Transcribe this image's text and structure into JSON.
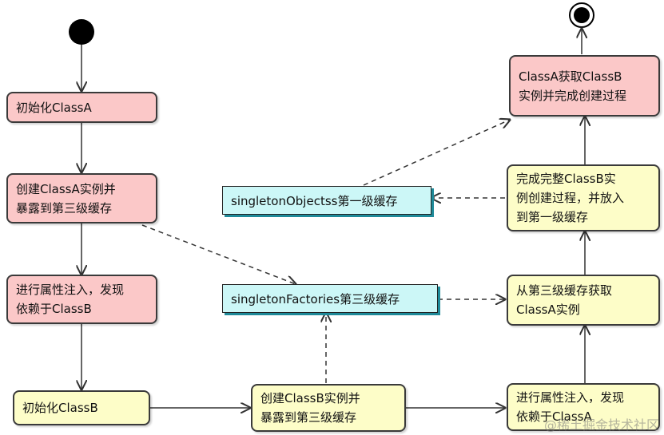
{
  "nodes": {
    "init_a": "初始化ClassA",
    "create_a": "创建ClassA实例并\n暴露到第三级缓存",
    "inject_a": "进行属性注入，发现\n依赖于ClassB",
    "init_b": "初始化ClassB",
    "create_b": "创建ClassB实例并\n暴露到第三级缓存",
    "inject_b": "进行属性注入，发现\n依赖于ClassA",
    "get_a_from_l3": "从第三级缓存获取\nClassA实例",
    "complete_b": "完成完整ClassB实\n例创建过程，并放入\n到第一级缓存",
    "a_gets_b": "ClassA获取ClassB\n实例并完成创建过程"
  },
  "caches": {
    "singleton_objects": "singletonObjectss第一级缓存",
    "singleton_factories": "singletonFactories第三级缓存"
  },
  "watermark": "@稀土掘金技术社区",
  "colors": {
    "pink_node": "#fbc8c8",
    "yellow_node": "#fdfdc8",
    "cache_box": "#ccf7f7",
    "cache_shadow": "#1e8a99",
    "border": "#3a3a3a"
  }
}
